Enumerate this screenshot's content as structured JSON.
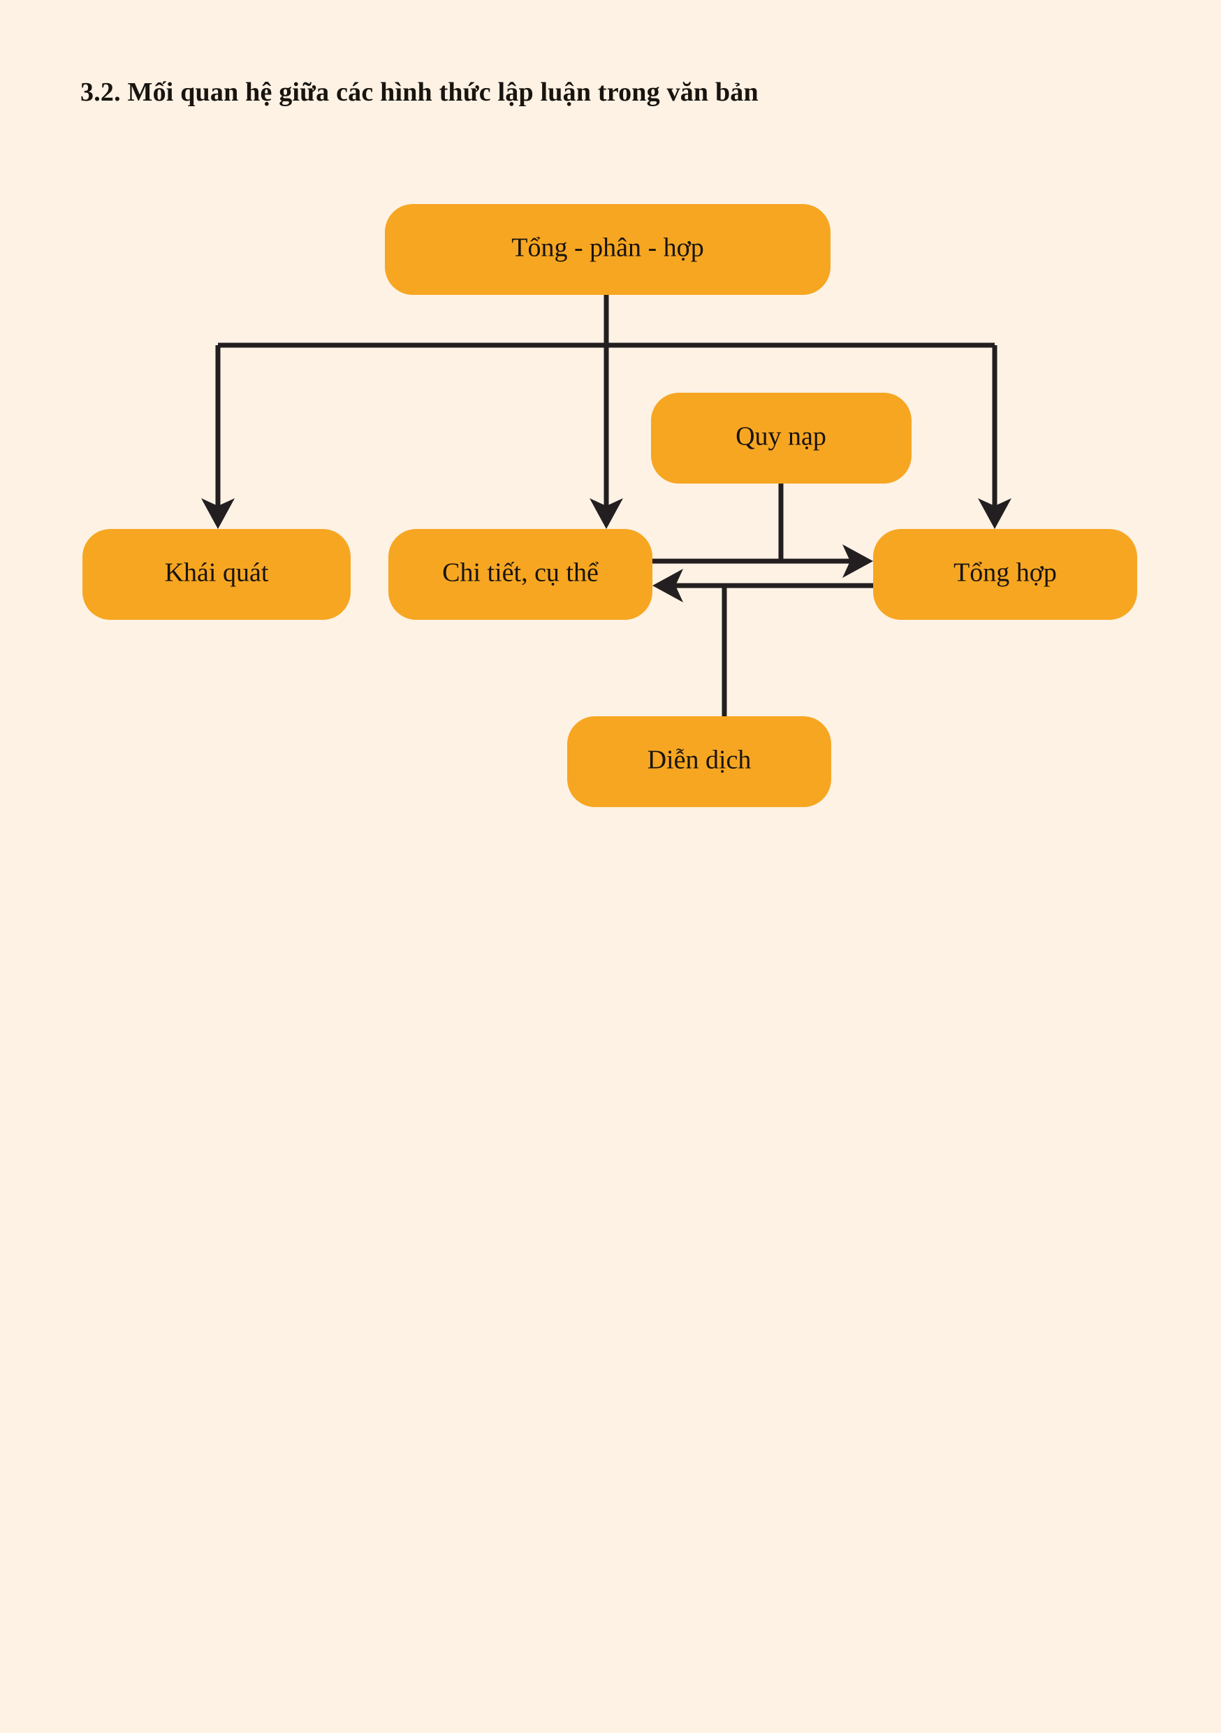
{
  "page": {
    "background_color": "#FDF2E4",
    "heading": "3.2. Mối quan hệ giữa các hình thức lập luận trong văn bản"
  },
  "diagram": {
    "type": "flowchart",
    "node_fill_color": "#F7A622",
    "edge_color": "#231F20",
    "text_color": "#18140F",
    "nodes": [
      {
        "id": "tong-phan-hop",
        "label": "Tổng - phân - hợp"
      },
      {
        "id": "quy-nap",
        "label": "Quy nạp"
      },
      {
        "id": "khai-quat",
        "label": "Khái quát"
      },
      {
        "id": "chi-tiet-cu-the",
        "label": "Chi tiết, cụ thể"
      },
      {
        "id": "tong-hop",
        "label": "Tổng hợp"
      },
      {
        "id": "dien-dich",
        "label": "Diễn dịch"
      }
    ],
    "edges": [
      {
        "from": "tong-phan-hop",
        "to": "khai-quat",
        "style": "elbow-arrow"
      },
      {
        "from": "tong-phan-hop",
        "to": "chi-tiet-cu-the",
        "style": "straight-arrow"
      },
      {
        "from": "tong-phan-hop",
        "to": "tong-hop",
        "style": "elbow-arrow"
      },
      {
        "from": "chi-tiet-cu-the",
        "to": "tong-hop",
        "style": "arrow-right"
      },
      {
        "from": "tong-hop",
        "to": "chi-tiet-cu-the",
        "style": "arrow-left"
      },
      {
        "from": "quy-nap",
        "to": "chi-tiet-cu-the-to-tong-hop",
        "style": "join-line"
      },
      {
        "from": "dien-dich",
        "to": "tong-hop-to-chi-tiet-cu-the",
        "style": "join-line"
      }
    ]
  }
}
